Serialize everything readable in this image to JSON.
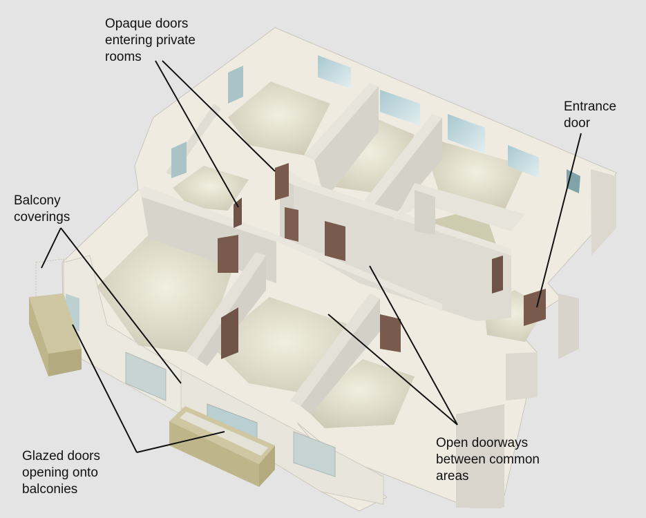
{
  "labels": {
    "opaque_doors": "Opaque doors\nentering private\nrooms",
    "entrance_door": "Entrance\ndoor",
    "balcony_coverings": "Balcony\ncoverings",
    "glazed_doors": "Glazed doors\nopening onto\nbalconies",
    "open_doorways": "Open doorways\nbetween common\nareas"
  },
  "colors": {
    "background": "#e4e4e4",
    "wall_top": "#efebe1",
    "wall_side": "#dedbd3",
    "floor": "#dedbc6",
    "door_opaque": "#7a5a4d",
    "window_glass": "#bcd6dc",
    "balcony": "#c9c096",
    "leader_line": "#111111"
  }
}
